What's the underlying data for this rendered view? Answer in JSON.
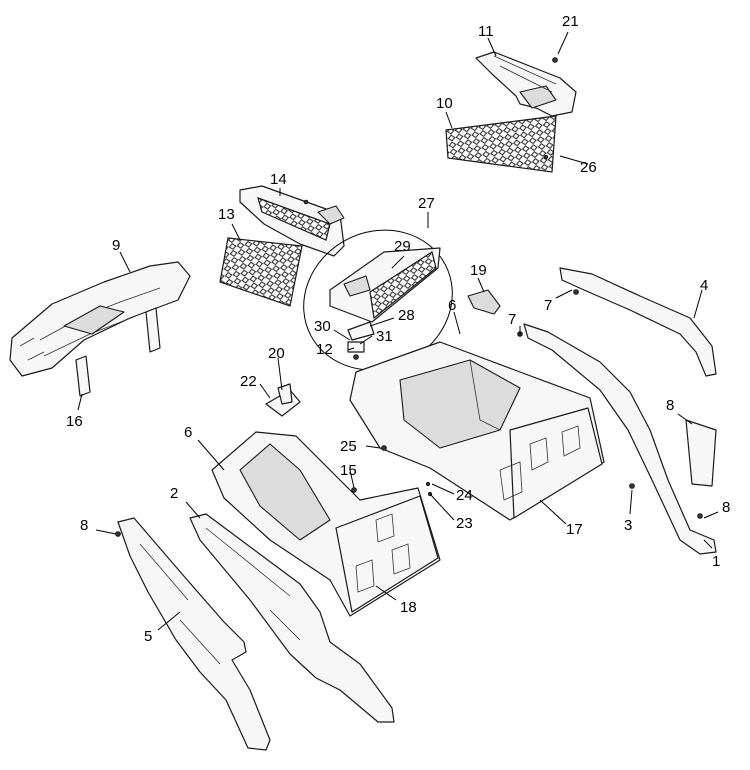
{
  "diagram": {
    "callouts": [
      {
        "id": "1",
        "text": "1"
      },
      {
        "id": "2",
        "text": "2"
      },
      {
        "id": "3",
        "text": "3"
      },
      {
        "id": "4",
        "text": "4"
      },
      {
        "id": "5",
        "text": "5"
      },
      {
        "id": "6a",
        "text": "6"
      },
      {
        "id": "6b",
        "text": "6"
      },
      {
        "id": "7a",
        "text": "7"
      },
      {
        "id": "7b",
        "text": "7"
      },
      {
        "id": "8a",
        "text": "8"
      },
      {
        "id": "8b",
        "text": "8"
      },
      {
        "id": "8c",
        "text": "8"
      },
      {
        "id": "9",
        "text": "9"
      },
      {
        "id": "10",
        "text": "10"
      },
      {
        "id": "11",
        "text": "11"
      },
      {
        "id": "12",
        "text": "12"
      },
      {
        "id": "13",
        "text": "13"
      },
      {
        "id": "14",
        "text": "14"
      },
      {
        "id": "15",
        "text": "15"
      },
      {
        "id": "16",
        "text": "16"
      },
      {
        "id": "17",
        "text": "17"
      },
      {
        "id": "18",
        "text": "18"
      },
      {
        "id": "19",
        "text": "19"
      },
      {
        "id": "20",
        "text": "20"
      },
      {
        "id": "21",
        "text": "21"
      },
      {
        "id": "22",
        "text": "22"
      },
      {
        "id": "23",
        "text": "23"
      },
      {
        "id": "24",
        "text": "24"
      },
      {
        "id": "25",
        "text": "25"
      },
      {
        "id": "26",
        "text": "26"
      },
      {
        "id": "27",
        "text": "27"
      },
      {
        "id": "28",
        "text": "28"
      },
      {
        "id": "29",
        "text": "29"
      },
      {
        "id": "30",
        "text": "30"
      },
      {
        "id": "31",
        "text": "31"
      }
    ]
  }
}
